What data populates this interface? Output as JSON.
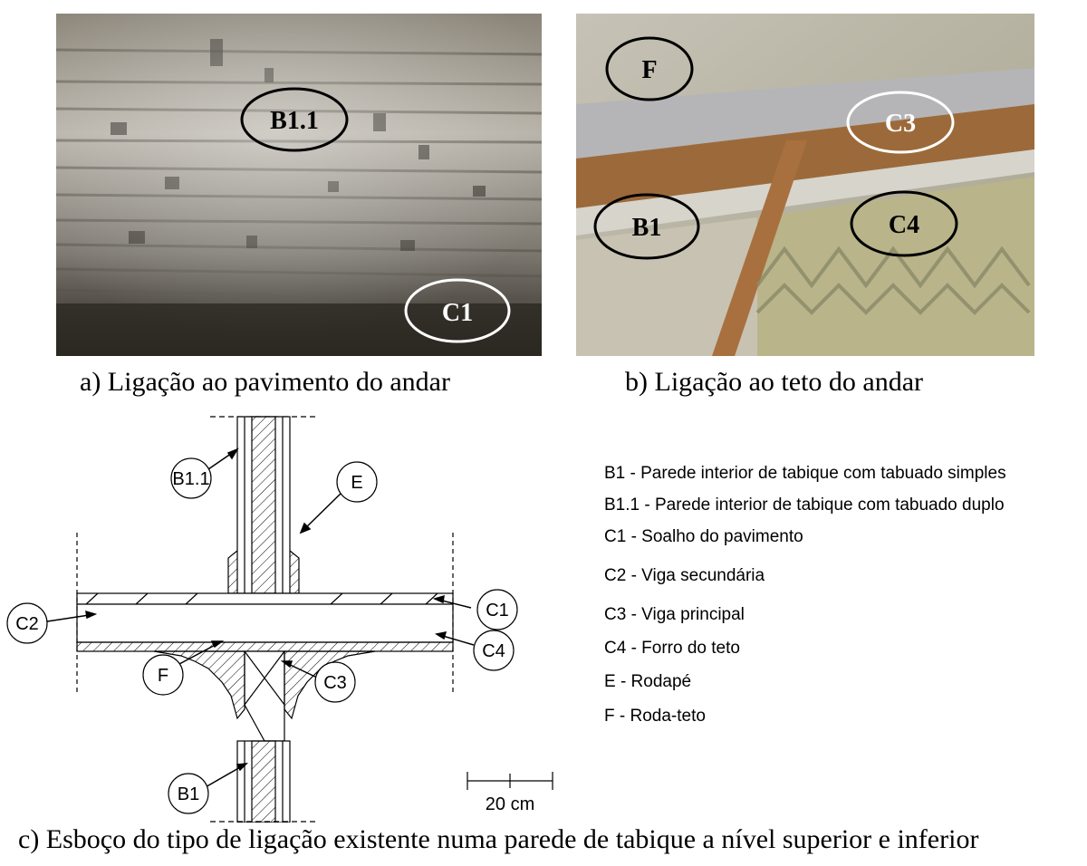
{
  "captions": {
    "a": "a) Ligação ao pavimento do andar",
    "b": "b) Ligação ao teto do andar",
    "c": "c) Esboço do tipo de ligação existente numa parede de tabique a nível superior e inferior"
  },
  "photo_a": {
    "labels": {
      "b11": "B1.1",
      "c1": "C1"
    }
  },
  "photo_b": {
    "labels": {
      "f": "F",
      "c3": "C3",
      "b1": "B1",
      "c4": "C4"
    }
  },
  "sketch": {
    "callouts": {
      "b11": "B1.1",
      "e": "E",
      "c1": "C1",
      "c2": "C2",
      "c4": "C4",
      "f": "F",
      "c3": "C3",
      "b1": "B1"
    },
    "scale_label": "20 cm"
  },
  "legend": [
    "B1 - Parede interior de tabique com tabuado simples",
    "B1.1 - Parede interior de tabique com tabuado duplo",
    "C1 - Soalho do pavimento",
    "C2 - Viga secundária",
    "C3 - Viga principal",
    "C4 - Forro do teto",
    "E - Rodapé",
    "F - Roda-teto"
  ]
}
